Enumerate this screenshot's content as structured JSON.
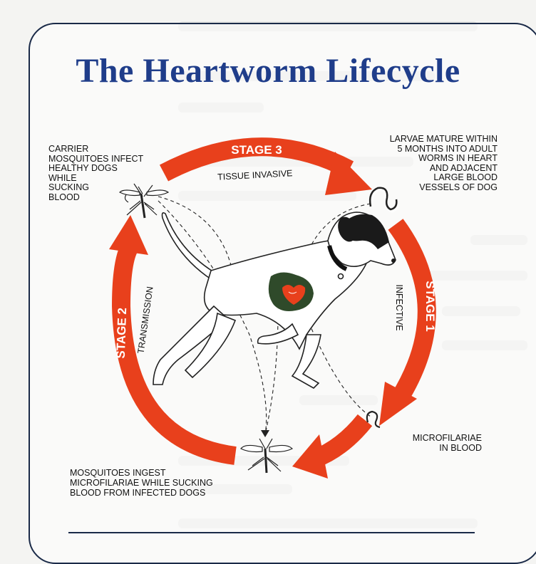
{
  "title": "The Heartworm Lifecycle",
  "stages": [
    {
      "stage": "STAGE 1",
      "description": "INFECTIVE"
    },
    {
      "stage": "STAGE 2",
      "description": "TRANSMISSION"
    },
    {
      "stage": "STAGE 3",
      "description": "TISSUE INVASIVE"
    }
  ],
  "labels": {
    "carrier": "CARRIER\nMOSQUITOES INFECT\nHEALTHY DOGS\nWHILE\nSUCKING\nBLOOD",
    "larvae": "LARVAE MATURE WITHIN\n5 MONTHS INTO ADULT\nWORMS IN HEART\nAND ADJACENT\nLARGE BLOOD\nVESSELS OF DOG",
    "microfilariae": "MICROFILARIAE\nIN BLOOD",
    "ingest": "MOSQUITOES INGEST\nMICROFILARIAE WHILE SUCKING\nBLOOD FROM INFECTED DOGS"
  },
  "colors": {
    "title": "#1f3d8a",
    "arrow": "#e8401c",
    "heart": "#e8401c",
    "lung": "#2f4a2a",
    "border": "#1a2a48"
  },
  "icons": [
    "mosquito-icon",
    "dog-illustration",
    "worm-icon",
    "heart-icon"
  ]
}
